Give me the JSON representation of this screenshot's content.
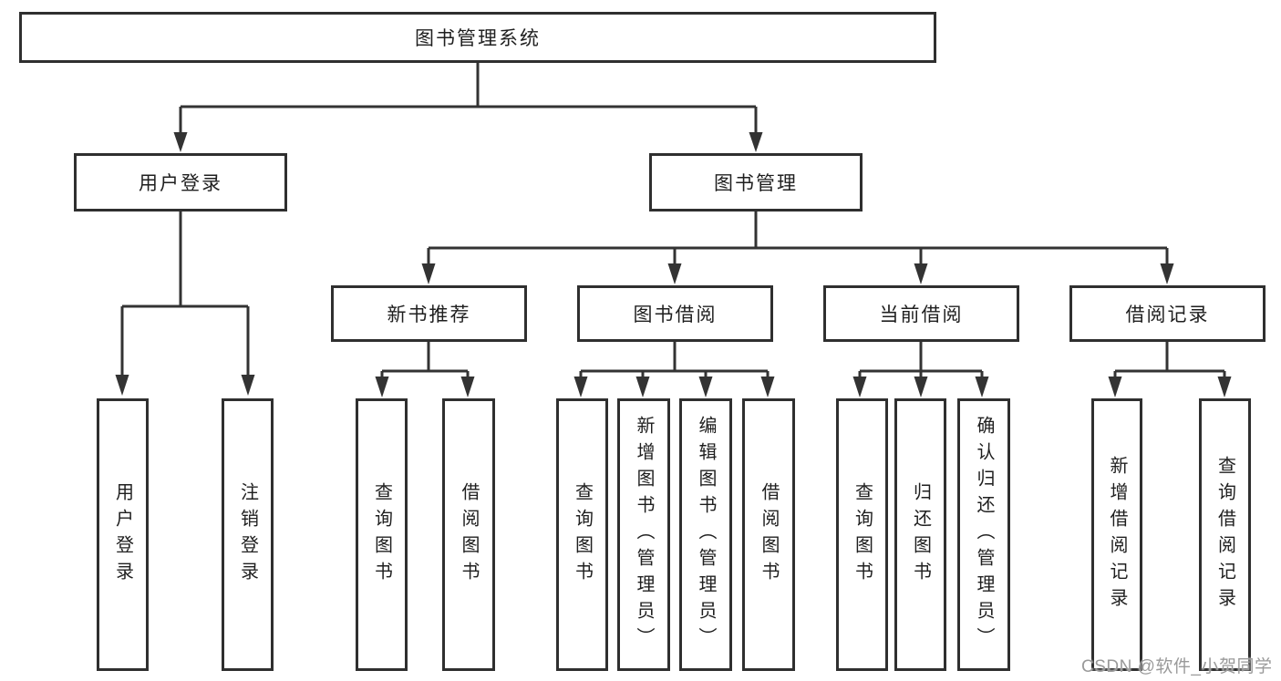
{
  "tree": {
    "label": "图书管理系统",
    "children": [
      {
        "label": "用户登录",
        "children": [
          {
            "label": "用户登录"
          },
          {
            "label": "注销登录"
          }
        ]
      },
      {
        "label": "图书管理",
        "children": [
          {
            "label": "新书推荐",
            "children": [
              {
                "label": "查询图书"
              },
              {
                "label": "借阅图书"
              }
            ]
          },
          {
            "label": "图书借阅",
            "children": [
              {
                "label": "查询图书"
              },
              {
                "label": "新增图书（管理员）"
              },
              {
                "label": "编辑图书（管理员）"
              },
              {
                "label": "借阅图书"
              }
            ]
          },
          {
            "label": "当前借阅",
            "children": [
              {
                "label": "查询图书"
              },
              {
                "label": "归还图书"
              },
              {
                "label": "确认归还（管理员）"
              }
            ]
          },
          {
            "label": "借阅记录",
            "children": [
              {
                "label": "新增借阅记录"
              },
              {
                "label": "查询借阅记录"
              }
            ]
          }
        ]
      }
    ]
  },
  "watermark": {
    "text": "CSDN @软件_小贺同学"
  },
  "colors": {
    "line": "#333333",
    "box_border": "#2f2f2f",
    "text": "#1f1f1f",
    "background": "#ffffff",
    "watermark": "#9a9a9a"
  }
}
